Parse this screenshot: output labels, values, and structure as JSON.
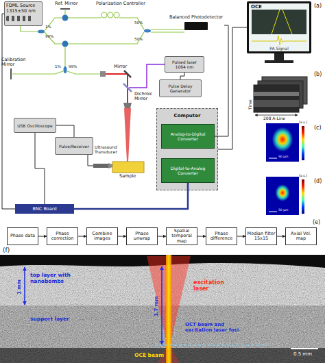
{
  "diagram": {
    "nodes": [
      {
        "text": [
          "FDML Source 1315±50 nm"
        ]
      },
      {
        "text": [
          "Balanced Photodetector"
        ]
      },
      {
        "text": [
          "OCE",
          "PA Signal"
        ]
      },
      {
        "text": [
          "Pulsed laser 1064 nm"
        ]
      },
      {
        "text": [
          "Pulse Delay Generator"
        ]
      },
      {
        "text": [
          "USB Oscilloscope"
        ]
      },
      {
        "text": [
          "Pulse/Receiver"
        ]
      },
      {
        "text": [
          "Computer"
        ]
      },
      {
        "text": [
          "Analog-to-Digital Converter"
        ],
        "in": 7
      },
      {
        "text": [
          "Digital-to-Analog Converter"
        ],
        "in": 7
      },
      {
        "text": [
          "BNC Board"
        ]
      },
      {
        "text": [
          "Phase data"
        ]
      },
      {
        "text": [
          "Phase correction"
        ]
      },
      {
        "text": [
          "Combine images"
        ]
      },
      {
        "text": [
          "Phase unwrap"
        ]
      },
      {
        "text": [
          "Spatial temporal map"
        ]
      },
      {
        "text": [
          "Phase difference"
        ]
      },
      {
        "text": [
          "Median filter 15x15"
        ]
      },
      {
        "text": [
          "Axial Vel. map"
        ]
      }
    ],
    "edges": [
      {
        "from": 0,
        "to": 10,
        "arrow": "none"
      },
      {
        "from": 1,
        "to": 8,
        "arrow": "none"
      },
      {
        "from": 7,
        "to": 2,
        "arrow": "none"
      },
      {
        "from": 4,
        "to": 3,
        "arrow": "none"
      },
      {
        "from": 9,
        "to": 10,
        "arrow": "none"
      },
      {
        "from": 10,
        "to": 5,
        "arrow": "none"
      },
      {
        "from": 6,
        "to": 5,
        "arrow": "none"
      },
      {
        "from": 11,
        "to": 12,
        "arrow": "to"
      },
      {
        "from": 12,
        "to": 13,
        "arrow": "to"
      },
      {
        "from": 13,
        "to": 14,
        "arrow": "to"
      },
      {
        "from": 14,
        "to": 15,
        "arrow": "to"
      },
      {
        "from": 15,
        "to": 16,
        "arrow": "to"
      },
      {
        "from": 16,
        "to": 17,
        "arrow": "to"
      },
      {
        "from": 17,
        "to": 18,
        "arrow": "to"
      }
    ],
    "labels": [
      "Ref. Mirror",
      "Polarization Controller",
      "1%",
      "99%",
      "50%",
      "50%",
      "Calibration Mirror",
      "1%",
      "99%",
      "Mirror",
      "Dichroic Mirror",
      "Ultrasound Transducer",
      "Sample",
      "(a)",
      "(b)",
      "Time",
      "208 A-Line",
      "(c)",
      "[a.u.]",
      "50 µm",
      "(d)",
      "[a.u.]",
      "50 µm",
      "(e)",
      "(f)",
      "top layer with nanobombs",
      "1 mm",
      "1.7 mm",
      "excitation laser",
      "support layer",
      "OCT beam and excitation laser foci",
      "OCE beam",
      "0.5 mm"
    ]
  }
}
